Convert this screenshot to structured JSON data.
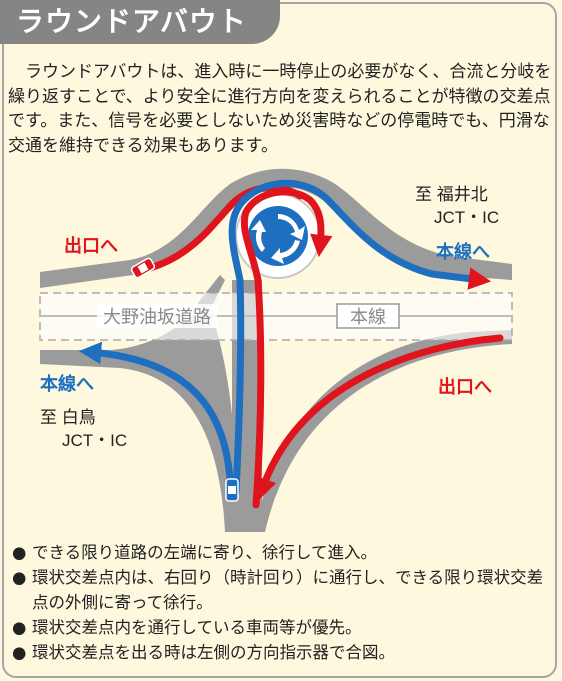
{
  "title": "ラウンドアバウト",
  "intro": "ラウンドアバウトは、進入時に一時停止の必要がなく、合流と分岐を繰り返すことで、より安全に進行方向を変えられることが特徴の交差点です。また、信号を必要としないため災害時などの停電時でも、円滑な交通を維持できる効果もあります。",
  "diagram": {
    "road_name": "大野油坂道路",
    "mainline_box": "本線",
    "top_right": {
      "line1": "至 福井北",
      "line2": "JCT・IC",
      "arrow_label": "本線へ"
    },
    "top_left": {
      "arrow_label": "出口へ"
    },
    "bottom_left": {
      "arrow_label": "本線へ",
      "line1": "至 白鳥",
      "line2": "JCT・IC"
    },
    "bottom_right": {
      "arrow_label": "出口へ"
    },
    "colors": {
      "red_route": "#e0141d",
      "blue_route": "#1e6fc0",
      "road": "#9b9b9b",
      "label_red": "#e0141d",
      "label_blue": "#1e6fc0"
    },
    "icons": [
      "roundabout-circulation-icon",
      "red-car-icon",
      "blue-car-icon"
    ]
  },
  "notes": [
    "できる限り道路の左端に寄り、徐行して進入。",
    "環状交差点内は、右回り（時計回り）に通行し、できる限り環状交差点の外側に寄って徐行。",
    "環状交差点内を通行している車両等が優先。",
    "環状交差点を出る時は左側の方向指示器で合図。"
  ]
}
